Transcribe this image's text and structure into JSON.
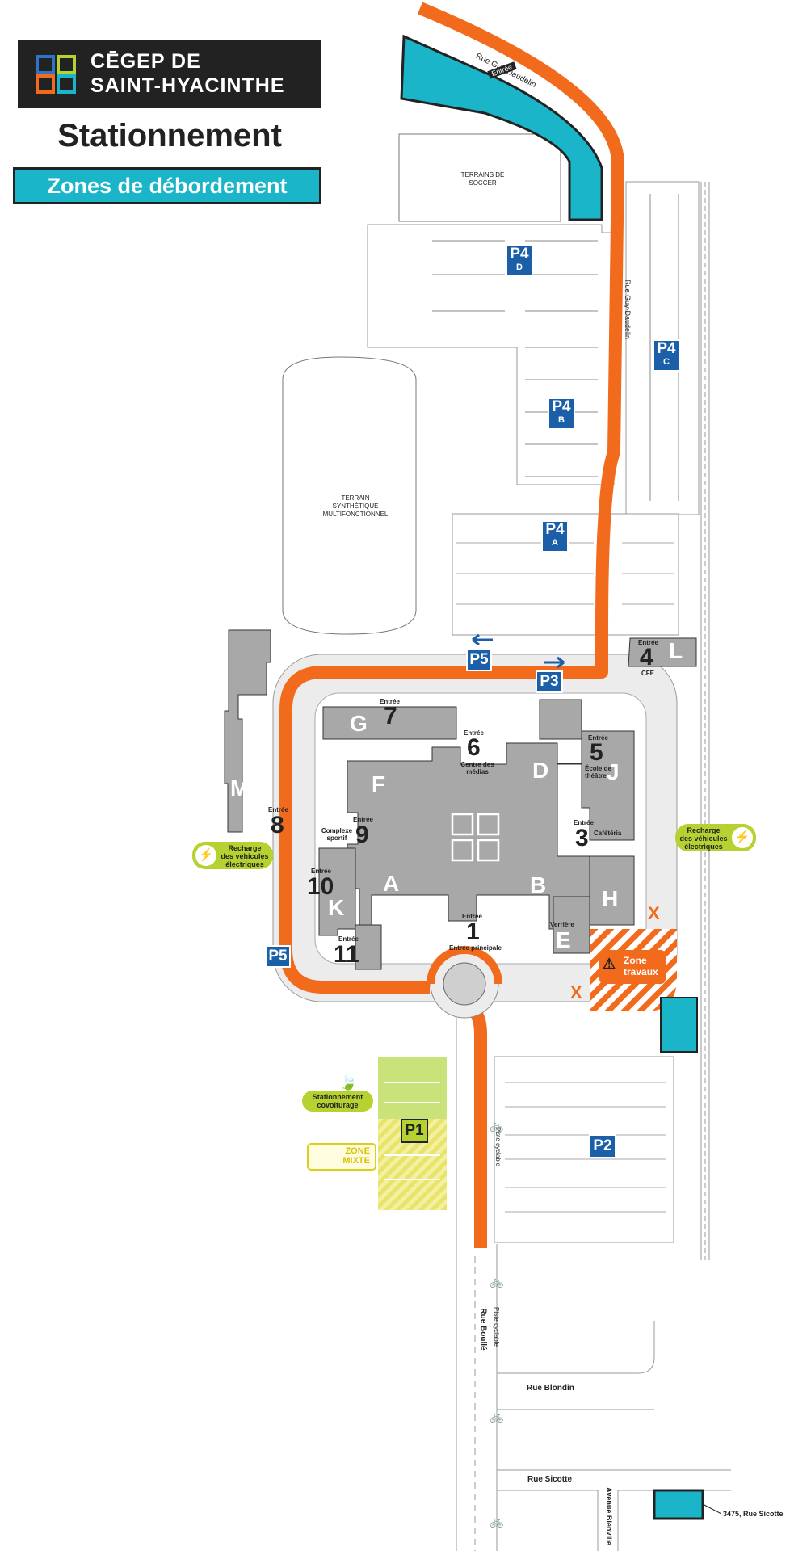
{
  "header": {
    "logo_line1": "CĒGEP DE",
    "logo_line2": "SAINT-HYACINTHE",
    "title": "Stationnement",
    "subtitle": "Zones de débordement"
  },
  "colors": {
    "route": "#f26b1d",
    "overflow_zone": "#1ab5c8",
    "building": "#a8a8a8",
    "parking_tag": "#1b5fa8",
    "green": "#b6d230",
    "work_zone": "#f26b1d"
  },
  "parking": {
    "p4d": {
      "num": "P4",
      "sub": "D"
    },
    "p4c": {
      "num": "P4",
      "sub": "C"
    },
    "p4b": {
      "num": "P4",
      "sub": "B"
    },
    "p4a": {
      "num": "P4",
      "sub": "A"
    },
    "p5_top": "P5",
    "p3": "P3",
    "p5_left": "P5",
    "p1": "P1",
    "p2": "P2"
  },
  "fields": {
    "soccer": "TERRAINS DE SOCCER",
    "synthetic": "TERRAIN SYNTHÉTIQUE MULTIFONCTIONNEL"
  },
  "streets": {
    "guy_daudelin": "Rue Guy-Daudelin",
    "guy_daudelin_side": "Rue Guy-Daudelin",
    "boulle": "Rue Boullé",
    "blondin": "Rue Blondin",
    "sicotte": "Rue Sicotte",
    "bienville": "Avenue Bienville",
    "piste_cyclable_1": "Piste cyclable",
    "piste_cyclable_2": "Piste cyclable",
    "address": "3475, Rue Sicotte"
  },
  "entrance_top": "Entrée",
  "buildings": {
    "A": "A",
    "B": "B",
    "D": "D",
    "E": "E",
    "F": "F",
    "G": "G",
    "H": "H",
    "J": "J",
    "K": "K",
    "L": "L",
    "M": "M"
  },
  "entrances": {
    "e1": {
      "label": "Entrée",
      "num": "1",
      "desc": "Entrée principale"
    },
    "e3": {
      "label": "Entrée",
      "num": "3",
      "desc": "Cafétéria"
    },
    "e4": {
      "label": "Entrée",
      "num": "4",
      "desc": "CFE"
    },
    "e5": {
      "label": "Entrée",
      "num": "5",
      "desc": "École de théâtre"
    },
    "e6": {
      "label": "Entrée",
      "num": "6",
      "desc": "Centre des médias"
    },
    "e7": {
      "label": "Entrée",
      "num": "7"
    },
    "e8": {
      "label": "Entrée",
      "num": "8"
    },
    "e9": {
      "label": "Entrée",
      "num": "9",
      "desc": "Complexe sportif"
    },
    "e10": {
      "label": "Entrée",
      "num": "10"
    },
    "e11": {
      "label": "Entrée",
      "num": "11"
    },
    "verriere": "Verrière"
  },
  "callouts": {
    "recharge_left_1": "Recharge",
    "recharge_left_2": "des véhicules",
    "recharge_left_3": "électriques",
    "recharge_right_1": "Recharge",
    "recharge_right_2": "des véhicules",
    "recharge_right_3": "électriques",
    "covoit_1": "Stationnement",
    "covoit_2": "covoiturage",
    "zone_mixte_1": "ZONE",
    "zone_mixte_2": "MIXTE",
    "travaux_1": "Zone",
    "travaux_2": "travaux"
  },
  "icons": [
    "ev-charging-icon",
    "leaf-icon",
    "construction-worker-icon",
    "bicycle-icon",
    "arrow-left-icon",
    "arrow-right-icon",
    "close-x-icon"
  ]
}
